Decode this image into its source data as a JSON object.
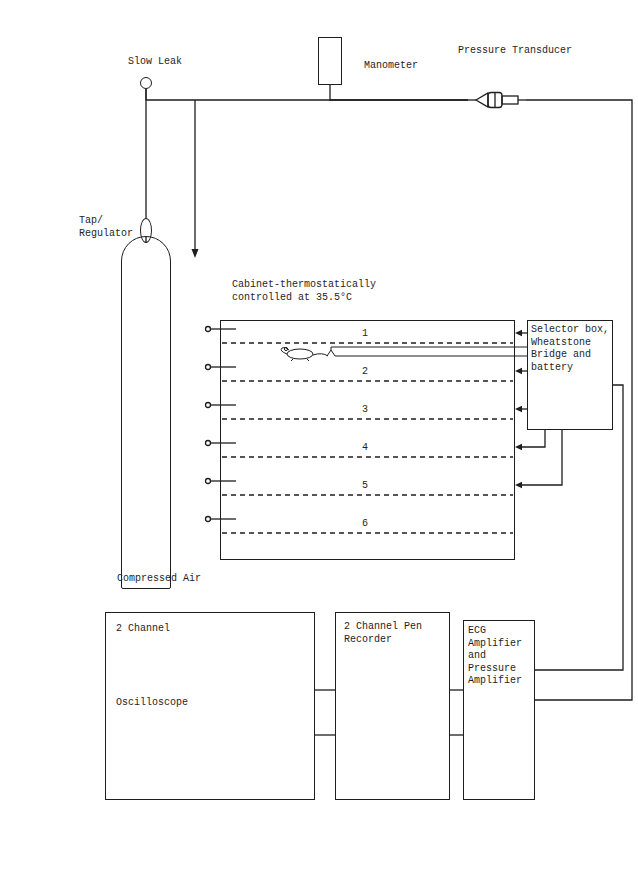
{
  "diagram": {
    "nodes": [
      {
        "text": [
          "Slow Leak"
        ]
      },
      {
        "text": [
          "Manometer"
        ]
      },
      {
        "text": [
          "Pressure Transducer"
        ]
      },
      {
        "text": [
          "Cabinet-thermostatically controlled at 35.5°C"
        ]
      },
      {
        "text": [
          "Tap/ Regulator"
        ]
      },
      {
        "text": [
          "Selector box, Wheatstone Bridge and battery"
        ]
      },
      {
        "text": [
          "Compressed Air"
        ]
      },
      {
        "text": [
          "2 Channel",
          "Oscilloscope"
        ]
      },
      {
        "text": [
          "2 Channel Pen Recorder"
        ]
      },
      {
        "text": [
          "ECG Amplifier and Pressure Amplifier"
        ]
      }
    ],
    "edges": [
      {
        "from": 0,
        "to": 4,
        "arrow": "none"
      },
      {
        "from": 0,
        "to": 2,
        "arrow": "none"
      },
      {
        "from": 1,
        "to": 2,
        "arrow": "none"
      },
      {
        "from": 4,
        "to": 6,
        "arrow": "none"
      },
      {
        "from": 2,
        "to": 9,
        "arrow": "none"
      },
      {
        "from": 5,
        "to": 9,
        "arrow": "none"
      },
      {
        "from": 5,
        "to": 3,
        "arrow": "to"
      },
      {
        "from": 5,
        "to": 3,
        "arrow": "to"
      },
      {
        "from": 5,
        "to": 3,
        "arrow": "to"
      },
      {
        "from": 5,
        "to": 3,
        "arrow": "to"
      },
      {
        "from": 5,
        "to": 3,
        "arrow": "to"
      },
      {
        "from": 7,
        "to": 8,
        "arrow": "none"
      },
      {
        "from": 7,
        "to": 8,
        "arrow": "none"
      },
      {
        "from": 8,
        "to": 9,
        "arrow": "none"
      },
      {
        "from": 8,
        "to": 9,
        "arrow": "none"
      }
    ],
    "labels": [
      "1",
      "2",
      "3",
      "4",
      "5",
      "6"
    ]
  }
}
